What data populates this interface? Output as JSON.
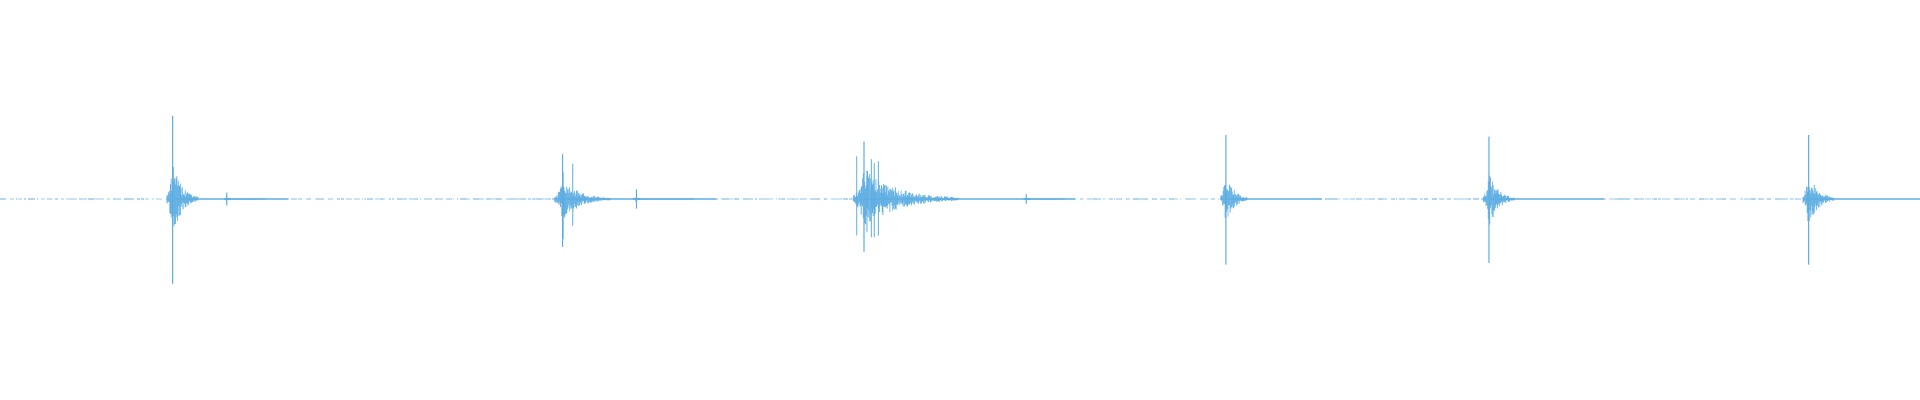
{
  "waveform": {
    "color": "#5dade2",
    "background": "#ffffff",
    "baseline_style": "dashed",
    "duration_fraction_markers": "none",
    "events": [
      {
        "position": 0.0899,
        "peak_up": 0.52,
        "peak_down": 0.53,
        "energy": "medium",
        "decay": 0.012
      },
      {
        "position": 0.1181,
        "peak_up": 0.04,
        "peak_down": 0.04,
        "energy": "low",
        "decay": 0.004
      },
      {
        "position": 0.293,
        "peak_up": 0.28,
        "peak_down": 0.3,
        "energy": "high",
        "decay": 0.016
      },
      {
        "position": 0.3315,
        "peak_up": 0.06,
        "peak_down": 0.06,
        "energy": "low",
        "decay": 0.006
      },
      {
        "position": 0.45,
        "peak_up": 0.36,
        "peak_down": 0.33,
        "energy": "very-high",
        "decay": 0.022
      },
      {
        "position": 0.5345,
        "peak_up": 0.03,
        "peak_down": 0.03,
        "energy": "low",
        "decay": 0.004
      },
      {
        "position": 0.6385,
        "peak_up": 0.4,
        "peak_down": 0.41,
        "energy": "medium",
        "decay": 0.01
      },
      {
        "position": 0.7755,
        "peak_up": 0.39,
        "peak_down": 0.4,
        "energy": "medium",
        "decay": 0.012
      },
      {
        "position": 0.942,
        "peak_up": 0.4,
        "peak_down": 0.41,
        "energy": "medium",
        "decay": 0.012
      }
    ]
  }
}
